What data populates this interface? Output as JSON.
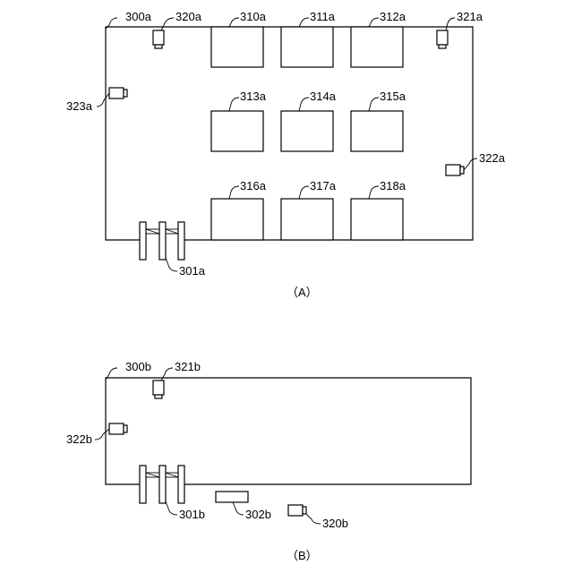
{
  "figure_a": {
    "caption": "（A）",
    "room_label": "300a",
    "gate_label": "301a",
    "cameras": {
      "c320": "320a",
      "c321": "321a",
      "c322": "322a",
      "c323": "323a"
    },
    "shelves": {
      "s310": "310a",
      "s311": "311a",
      "s312": "312a",
      "s313": "313a",
      "s314": "314a",
      "s315": "315a",
      "s316": "316a",
      "s317": "317a",
      "s318": "318a"
    }
  },
  "figure_b": {
    "caption": "（B）",
    "room_label": "300b",
    "gate_label": "301b",
    "counter_label": "302b",
    "cameras": {
      "c320": "320b",
      "c321": "321b",
      "c322": "322b"
    }
  }
}
